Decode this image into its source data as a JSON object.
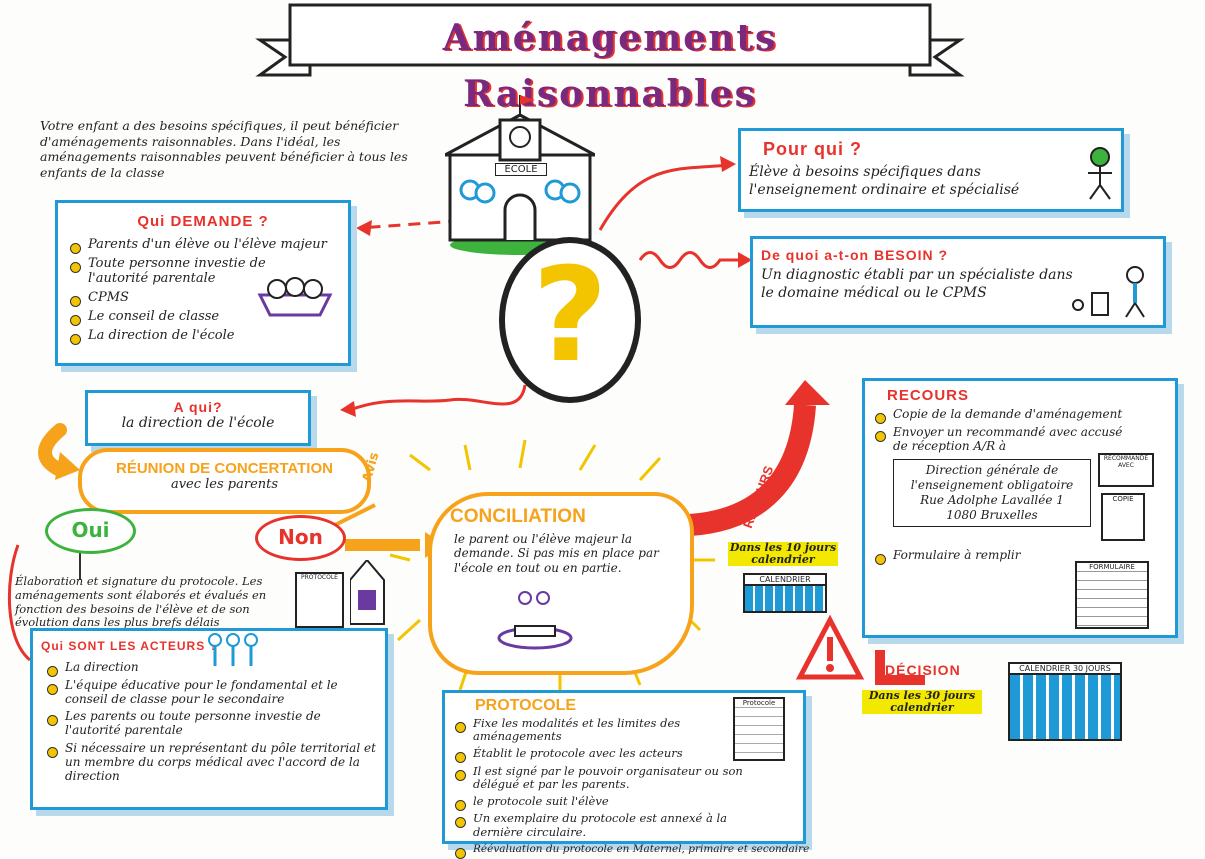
{
  "banner": {
    "title": "Aménagements Raisonnables"
  },
  "intro": "Votre enfant a des besoins spécifiques, il peut bénéficier d'aménagements raisonnables. Dans l'idéal, les aménagements raisonnables peuvent bénéficier à tous les enfants de la classe",
  "school_label": "ÉCOLE",
  "question_mark": "?",
  "qui_demande": {
    "title": "Qui DEMANDE ?",
    "items": [
      "Parents d'un élève ou l'élève majeur",
      "Toute personne investie de l'autorité parentale",
      "CPMS",
      "Le conseil de classe",
      "La direction de l'école"
    ]
  },
  "pour_qui": {
    "title": "Pour qui ?",
    "text": "Élève à besoins spécifiques dans l'enseignement ordinaire et spécialisé"
  },
  "besoin": {
    "title": "De quoi a-t-on BESOIN ?",
    "text": "Un diagnostic établi par un spécialiste dans le domaine médical ou le CPMS"
  },
  "a_qui": {
    "title": "A qui?",
    "text": "la direction de l'école"
  },
  "reunion": {
    "title": "RÉUNION DE CONCERTATION",
    "subtitle": "avec les parents"
  },
  "avis": "Avis",
  "oui": "Oui",
  "non": "Non",
  "elaboration": "Élaboration et signature du protocole. Les aménagements sont élaborés et évalués en fonction des besoins de l'élève et de son évolution dans les plus brefs délais",
  "protocole_icon_label": "PROTOCOLE",
  "acteurs": {
    "title": "Qui SONT LES ACTEURS ?",
    "items": [
      "La direction",
      "L'équipe éducative pour le fondamental et le conseil de classe pour le secondaire",
      "Les parents ou toute personne investie de l'autorité parentale",
      "Si nécessaire un représentant du pôle territorial et un membre du corps médical avec l'accord de la direction"
    ]
  },
  "conciliation": {
    "title": "CONCILIATION",
    "text": "le parent ou l'élève majeur la demande. Si pas mis en place par l'école en tout ou en partie."
  },
  "recours_arrow": "RECOURS",
  "delai10": "Dans les 10 jours calendrier",
  "calendrier_label": "CALENDRIER",
  "recours": {
    "title": "RECOURS",
    "items": [
      "Copie de la demande d'aménagement",
      "Envoyer un recommandé avec accusé de réception A/R à"
    ],
    "address": [
      "Direction générale de l'enseignement obligatoire",
      "Rue Adolphe Lavallée 1",
      "1080 Bruxelles"
    ],
    "formulaire": "Formulaire à remplir",
    "envelope_label": "RECOMMANDÉ",
    "envelope_sub": "AVEC",
    "copie_label": "COPIE",
    "form_label": "FORMULAIRE"
  },
  "decision": {
    "title": "DÉCISION",
    "delai": "Dans les 30 jours calendrier",
    "cal_label": "CALENDRIER 30 JOURS"
  },
  "protocole": {
    "title": "PROTOCOLE",
    "items": [
      "Fixe les modalités et les limites des aménagements",
      "Établit le protocole avec les acteurs",
      "Il est signé par le pouvoir organisateur ou son délégué et par les parents.",
      "le protocole suit l'élève",
      "Un exemplaire du protocole est annexé à la dernière circulaire.",
      "Réévaluation du protocole en Maternel, primaire et secondaire"
    ],
    "doc_label": "Protocole"
  },
  "colors": {
    "blue": "#1f9ad6",
    "red": "#e8322c",
    "orange": "#f7a21b",
    "yellow": "#f2c500",
    "purple": "#6a3aa0",
    "green": "#3db33d"
  }
}
